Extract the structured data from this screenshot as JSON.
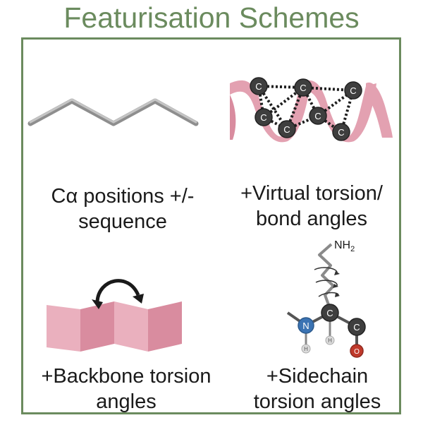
{
  "title": "Featurisation Schemes",
  "panels": {
    "ca": {
      "line1": "Cα positions +/-",
      "line2": "sequence"
    },
    "virtual": {
      "line1": "+Virtual torsion/",
      "line2": "bond angles",
      "atom": "C"
    },
    "backbone": {
      "line1": "+Backbone torsion",
      "line2": "angles"
    },
    "sidechain": {
      "line1": "+Sidechain",
      "line2": "torsion angles",
      "amine": "NH",
      "amine_sub": "2",
      "n_atom": "N",
      "c_atom": "C",
      "o_atom": "O",
      "h_atom": "H"
    }
  },
  "colors": {
    "frame": "#6b8b5e",
    "helix": "#e3a1b1",
    "sheet": "#e8a6b6",
    "atom_dark": "#3e3e3e",
    "nitrogen": "#3a73b3",
    "oxygen": "#c0392b"
  }
}
